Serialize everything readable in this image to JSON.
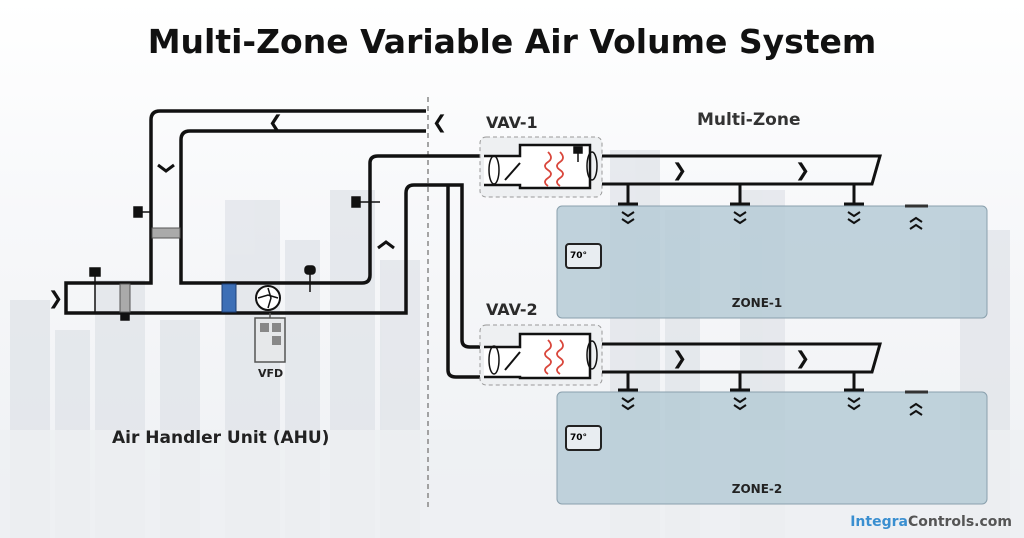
{
  "title": "Multi-Zone Variable Air Volume System",
  "labels": {
    "vav1": "VAV-1",
    "vav2": "VAV-2",
    "multizone": "Multi-Zone",
    "ahu": "Air Handler Unit (AHU)",
    "vfd": "VFD"
  },
  "zones": [
    {
      "name": "ZONE-1",
      "thermostat": "70°"
    },
    {
      "name": "ZONE-2",
      "thermostat": "70°"
    }
  ],
  "brand": {
    "part1": "Integra",
    "part2": "Controls.com"
  },
  "colors": {
    "zone_fill": "#b6cbd6",
    "duct": "#111111",
    "heater_coil": "#d9463b",
    "filter": "#3d6fb6",
    "brand_blue": "#3a8fd0"
  },
  "icons": [
    "fan-icon",
    "filter-icon",
    "damper-icon",
    "heating-coil-icon",
    "sensor-icon",
    "supply-diffuser-icon",
    "return-grille-icon",
    "thermostat-icon",
    "vfd-panel-icon",
    "flow-arrow-icon"
  ]
}
